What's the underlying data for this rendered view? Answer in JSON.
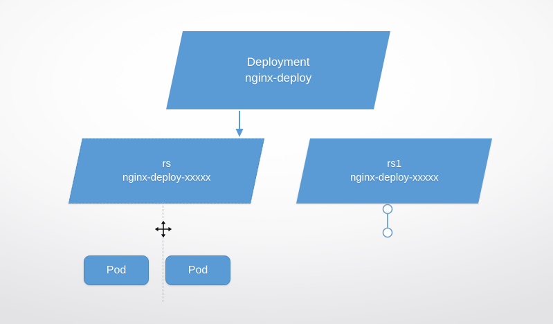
{
  "canvas": {
    "background_color": "#fdfdfd",
    "edge_color": "#e3e3e5",
    "node_fill_color": "#5b9bd5",
    "node_border_color": "#4a87bd",
    "guideline_color": "#e0a84a",
    "connector_color": "#5b9bd5"
  },
  "nodes": {
    "deployment": {
      "label": "Deployment\nnginx-deploy",
      "kind": "Deployment",
      "name": "nginx-deploy",
      "shape": "parallelogram"
    },
    "replicaset_rs": {
      "label": "rs\nnginx-deploy-xxxxx",
      "kind": "rs",
      "name": "nginx-deploy-xxxxx",
      "shape": "parallelogram",
      "state": "selected"
    },
    "replicaset_rs1": {
      "label": "rs1\nnginx-deploy-xxxxx",
      "kind": "rs1",
      "name": "nginx-deploy-xxxxx",
      "shape": "parallelogram"
    },
    "pod_1": {
      "label": "Pod",
      "shape": "rounded-rect"
    },
    "pod_2": {
      "label": "Pod",
      "shape": "rounded-rect"
    }
  },
  "connectors": {
    "deployment_to_rs": {
      "name": "arrow-down",
      "direction": "down"
    },
    "rs1_handle": {
      "name": "connection-handle",
      "points": 2
    }
  },
  "overlays": {
    "guideline": {
      "name": "vertical-alignment-guide",
      "style": "dashed"
    },
    "cursor": {
      "name": "move-cursor",
      "shape": "four-way-arrow"
    }
  }
}
